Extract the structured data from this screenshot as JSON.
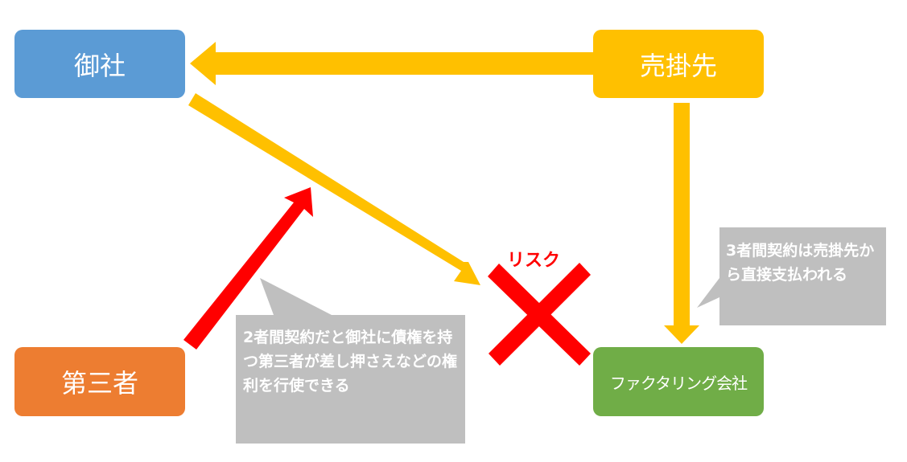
{
  "nodes": {
    "gosha": "御社",
    "urikake": "売掛先",
    "daisansha": "第三者",
    "factoring": "ファクタリング会社"
  },
  "risk_label": "リスク",
  "callouts": {
    "two_party": "2者間契約だと御社に債権を持つ第三者が差し押さえなどの権利を行使できる",
    "three_party": "3者間契約は売掛先から直接支払われる"
  },
  "colors": {
    "gosha": "#5b9bd5",
    "urikake": "#ffc000",
    "daisansha": "#ed7d31",
    "factoring": "#70ad47",
    "arrow_payment": "#ffc000",
    "arrow_claim": "#ff0000",
    "risk": "#ff0000",
    "callout": "#bfbfbf"
  },
  "icons": {
    "risk_mark": "cross-icon"
  }
}
